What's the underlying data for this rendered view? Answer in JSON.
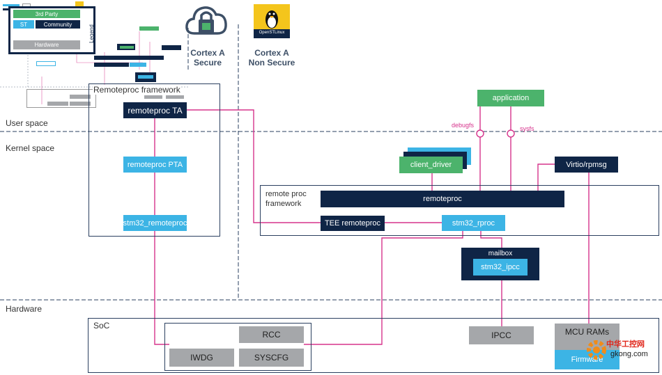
{
  "legend": {
    "title": "Legend",
    "third_party": "3rd Party",
    "st": "ST",
    "community": "Community",
    "hardware": "Hardware"
  },
  "zones": {
    "cortex_a_secure": "Cortex A\nSecure",
    "cortex_a_non_secure": "Cortex A\nNon Secure",
    "user_space": "User space",
    "kernel_space": "Kernel space",
    "hardware": "Hardware"
  },
  "logos": {
    "openstlinux": "OpenSTLinux"
  },
  "secure": {
    "framework_title": "Remoteproc framework",
    "remoteproc_ta": "remoteproc TA",
    "remoteproc_pta": "remoteproc PTA",
    "stm32_remoteproc": "stm32_remoteproc"
  },
  "linux": {
    "application": "application",
    "debugfs": "debugfs",
    "sysfs": "sysfs",
    "client_driver": "client_driver",
    "virtio_rpmsg": "Virtio/rpmsg",
    "framework_title": "remote proc\nframework",
    "remoteproc": "remoteproc",
    "tee_remoteproc": "TEE remoteproc",
    "stm32_rproc": "stm32_rproc",
    "mailbox": "mailbox",
    "stm32_ipcc": "stm32_ipcc"
  },
  "hw": {
    "soc": "SoC",
    "rcc": "RCC",
    "iwdg": "IWDG",
    "syscfg": "SYSCFG",
    "ipcc": "IPCC",
    "mcu_rams": "MCU RAMs",
    "firmware": "Firmware"
  },
  "watermark": {
    "line1": "中华工控网",
    "line2": "gkong.com"
  },
  "colors": {
    "navy": "#0f2546",
    "cyan": "#3cb4e5",
    "green": "#4cb36c",
    "gray": "#a5a7aa",
    "wire": "#d6338c"
  }
}
